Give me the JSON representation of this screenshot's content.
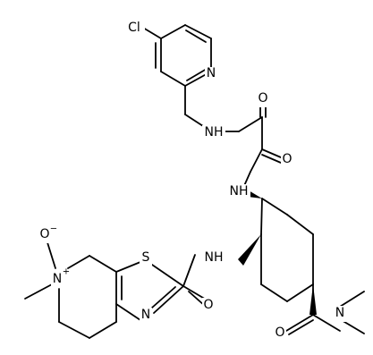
{
  "labels": {
    "cl": "Cl",
    "n_pyr": "N",
    "nh_top": "NH",
    "o1": "O",
    "o2": "O",
    "nh_mid": "NH",
    "s": "S",
    "n_plus": "N",
    "plus": "+",
    "o_minus": "O",
    "minus": "−",
    "nh_left": "NH",
    "n_thz": "N",
    "o3": "O",
    "o4": "O",
    "n_dim": "N"
  }
}
